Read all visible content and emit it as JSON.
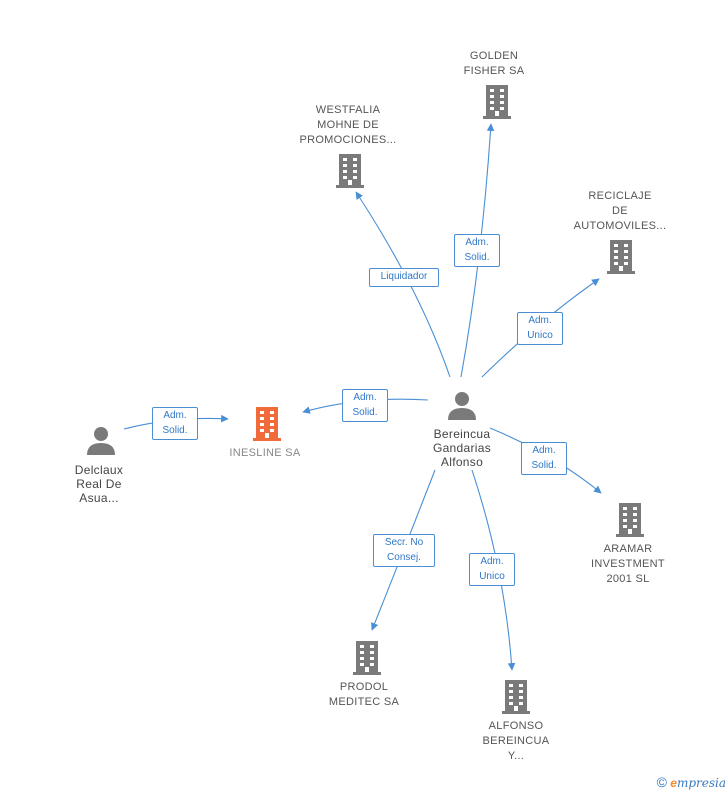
{
  "colors": {
    "edge": "#4a8fd6",
    "building": "#7a7a7a",
    "focus_building": "#f06a3a",
    "person": "#7a7a7a"
  },
  "nodes": {
    "golden_fisher": {
      "label": "GOLDEN\nFISHER SA",
      "icon": "building-icon"
    },
    "westfalia": {
      "label": "WESTFALIA\nMOHNE DE\nPROMOCIONES...",
      "icon": "building-icon"
    },
    "reciclaje": {
      "label": "RECICLAJE\nDE\nAUTOMOVILES...",
      "icon": "building-icon"
    },
    "inesline": {
      "label": "INESLINE SA",
      "icon": "building-icon"
    },
    "delclaux": {
      "label": "Delclaux\nReal De\nAsua...",
      "icon": "person-icon"
    },
    "bereincua": {
      "label": "Bereincua\nGandarias\nAlfonso",
      "icon": "person-icon"
    },
    "aramar": {
      "label": "ARAMAR\nINVESTMENT\n2001 SL",
      "icon": "building-icon"
    },
    "prodol": {
      "label": "PRODOL\nMEDITEC SA",
      "icon": "building-icon"
    },
    "alfonso_bereincua": {
      "label": "ALFONSO\nBEREINCUA\nY...",
      "icon": "building-icon"
    }
  },
  "edges": {
    "to_golden": "Adm.\nSolid.",
    "to_westfalia": "Liquidador",
    "to_reciclaje": "Adm.\nUnico",
    "to_inesline": "Adm.\nSolid.",
    "delclaux_inesline": "Adm.\nSolid.",
    "to_aramar": "Adm.\nSolid.",
    "to_prodol": "Secr.  No\nConsej.",
    "to_alfonso": "Adm.\nUnico"
  },
  "footer": {
    "copyright": "©",
    "brand_first": "e",
    "brand_rest": "mpresia"
  }
}
